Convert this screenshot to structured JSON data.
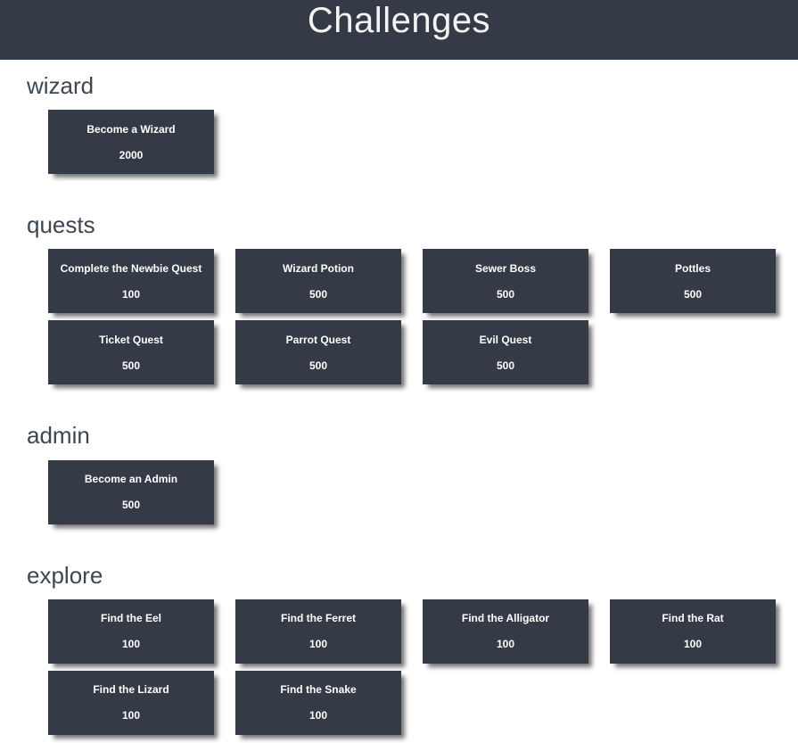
{
  "header": {
    "title": "Challenges"
  },
  "colors": {
    "header_bg": "#343a46",
    "card_bg": "#343a46",
    "page_bg": "#ffffff",
    "section_heading_text": "#3d4651",
    "card_text": "#ffffff"
  },
  "sections": [
    {
      "name": "wizard",
      "challenges": [
        {
          "title": "Become a Wizard",
          "points": "2000"
        }
      ]
    },
    {
      "name": "quests",
      "challenges": [
        {
          "title": "Complete the Newbie Quest",
          "points": "100"
        },
        {
          "title": "Wizard Potion",
          "points": "500"
        },
        {
          "title": "Sewer Boss",
          "points": "500"
        },
        {
          "title": "Pottles",
          "points": "500"
        },
        {
          "title": "Ticket Quest",
          "points": "500"
        },
        {
          "title": "Parrot Quest",
          "points": "500"
        },
        {
          "title": "Evil Quest",
          "points": "500"
        }
      ]
    },
    {
      "name": "admin",
      "challenges": [
        {
          "title": "Become an Admin",
          "points": "500"
        }
      ]
    },
    {
      "name": "explore",
      "challenges": [
        {
          "title": "Find the Eel",
          "points": "100"
        },
        {
          "title": "Find the Ferret",
          "points": "100"
        },
        {
          "title": "Find the Alligator",
          "points": "100"
        },
        {
          "title": "Find the Rat",
          "points": "100"
        },
        {
          "title": "Find the Lizard",
          "points": "100"
        },
        {
          "title": "Find the Snake",
          "points": "100"
        }
      ]
    }
  ]
}
